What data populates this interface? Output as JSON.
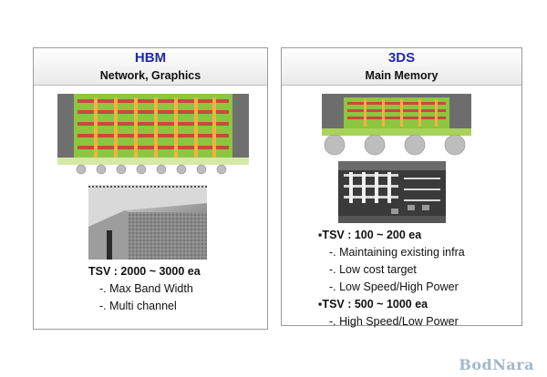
{
  "hbm": {
    "title": "HBM",
    "subtitle": "Network, Graphics",
    "tsv_count": "TSV : 2000 ~ 3000 ea",
    "features": [
      "-. Max Band Width",
      "-. Multi channel"
    ]
  },
  "ds3": {
    "title": "3DS",
    "subtitle": "Main Memory",
    "tsv_group_1": {
      "count": "▪TSV : 100 ~ 200 ea",
      "features": [
        "-. Maintaining existing infra",
        "-. Low cost target",
        "-. Low Speed/High Power"
      ]
    },
    "tsv_group_2": {
      "count": "▪TSV : 500 ~ 1000 ea",
      "features": [
        "-. High Speed/Low Power"
      ]
    }
  },
  "watermark": "BodNara",
  "colors": {
    "title_blue": "#1f2aa8",
    "die_green": "#8cc63f",
    "layer_red": "#c8493f",
    "substrate_gray": "#6d6d6d",
    "solder_ball": "#b9b9b9"
  }
}
